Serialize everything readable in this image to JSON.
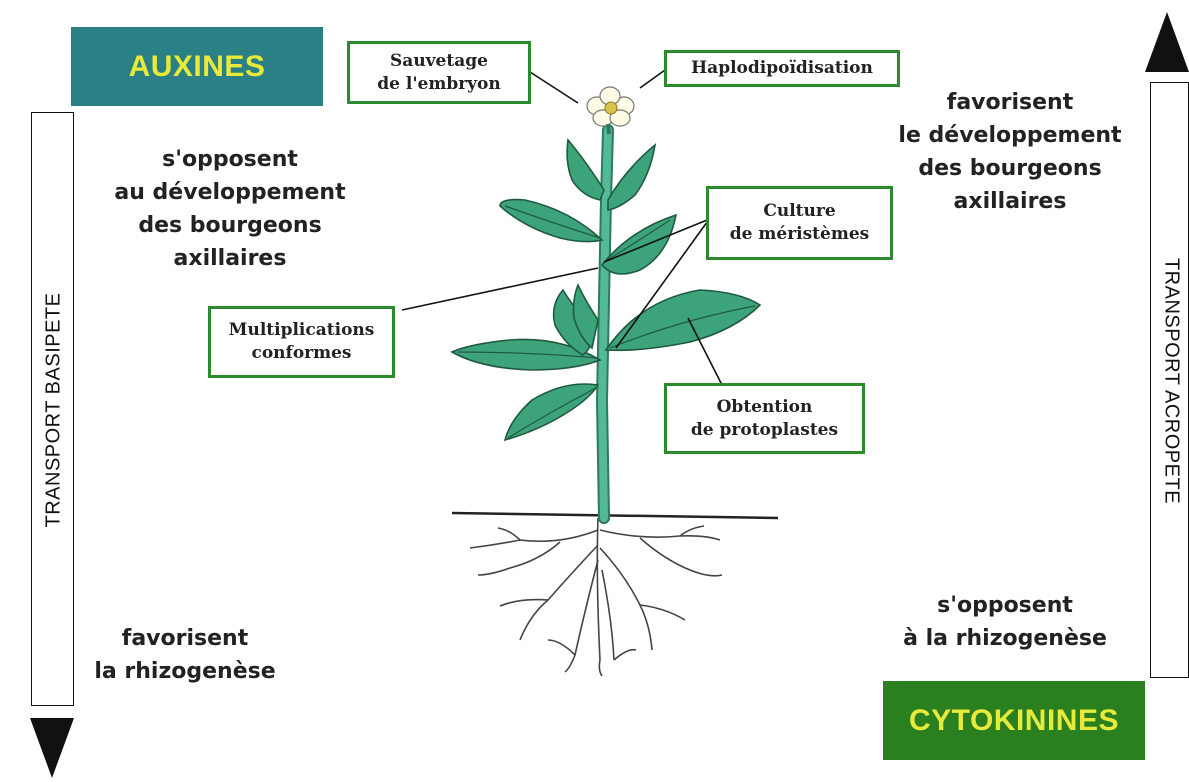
{
  "auxines": {
    "title": "AUXINES",
    "effect_bud": [
      "s'opposent",
      "au développement",
      "des bourgeons",
      "axillaires"
    ],
    "effect_root": [
      "favorisent",
      "la rhizogenèse"
    ],
    "transport": "TRANSPORT BASIPETE",
    "box_color": "#2a8085"
  },
  "cytokinines": {
    "title": "CYTOKININES",
    "effect_bud": [
      "favorisent",
      "le développement",
      "des bourgeons",
      "axillaires"
    ],
    "effect_root": [
      "s'opposent",
      "à la rhizogenèse"
    ],
    "transport": "TRANSPORT ACROPETE",
    "box_color": "#2a7f1e"
  },
  "labels": {
    "sauvetage": [
      "Sauvetage",
      "de l'embryon"
    ],
    "haplo": [
      "Haplodipoïdisation"
    ],
    "culture": [
      "Culture",
      "de méristèmes"
    ],
    "multiplications": [
      "Multiplications",
      "conformes"
    ],
    "obtention": [
      "Obtention",
      "de protoplastes"
    ]
  },
  "colors": {
    "title_text": "#e7ea3b",
    "label_border": "#2e8a2e",
    "leaf": "#3da37a",
    "stem": "#4aaa88"
  }
}
